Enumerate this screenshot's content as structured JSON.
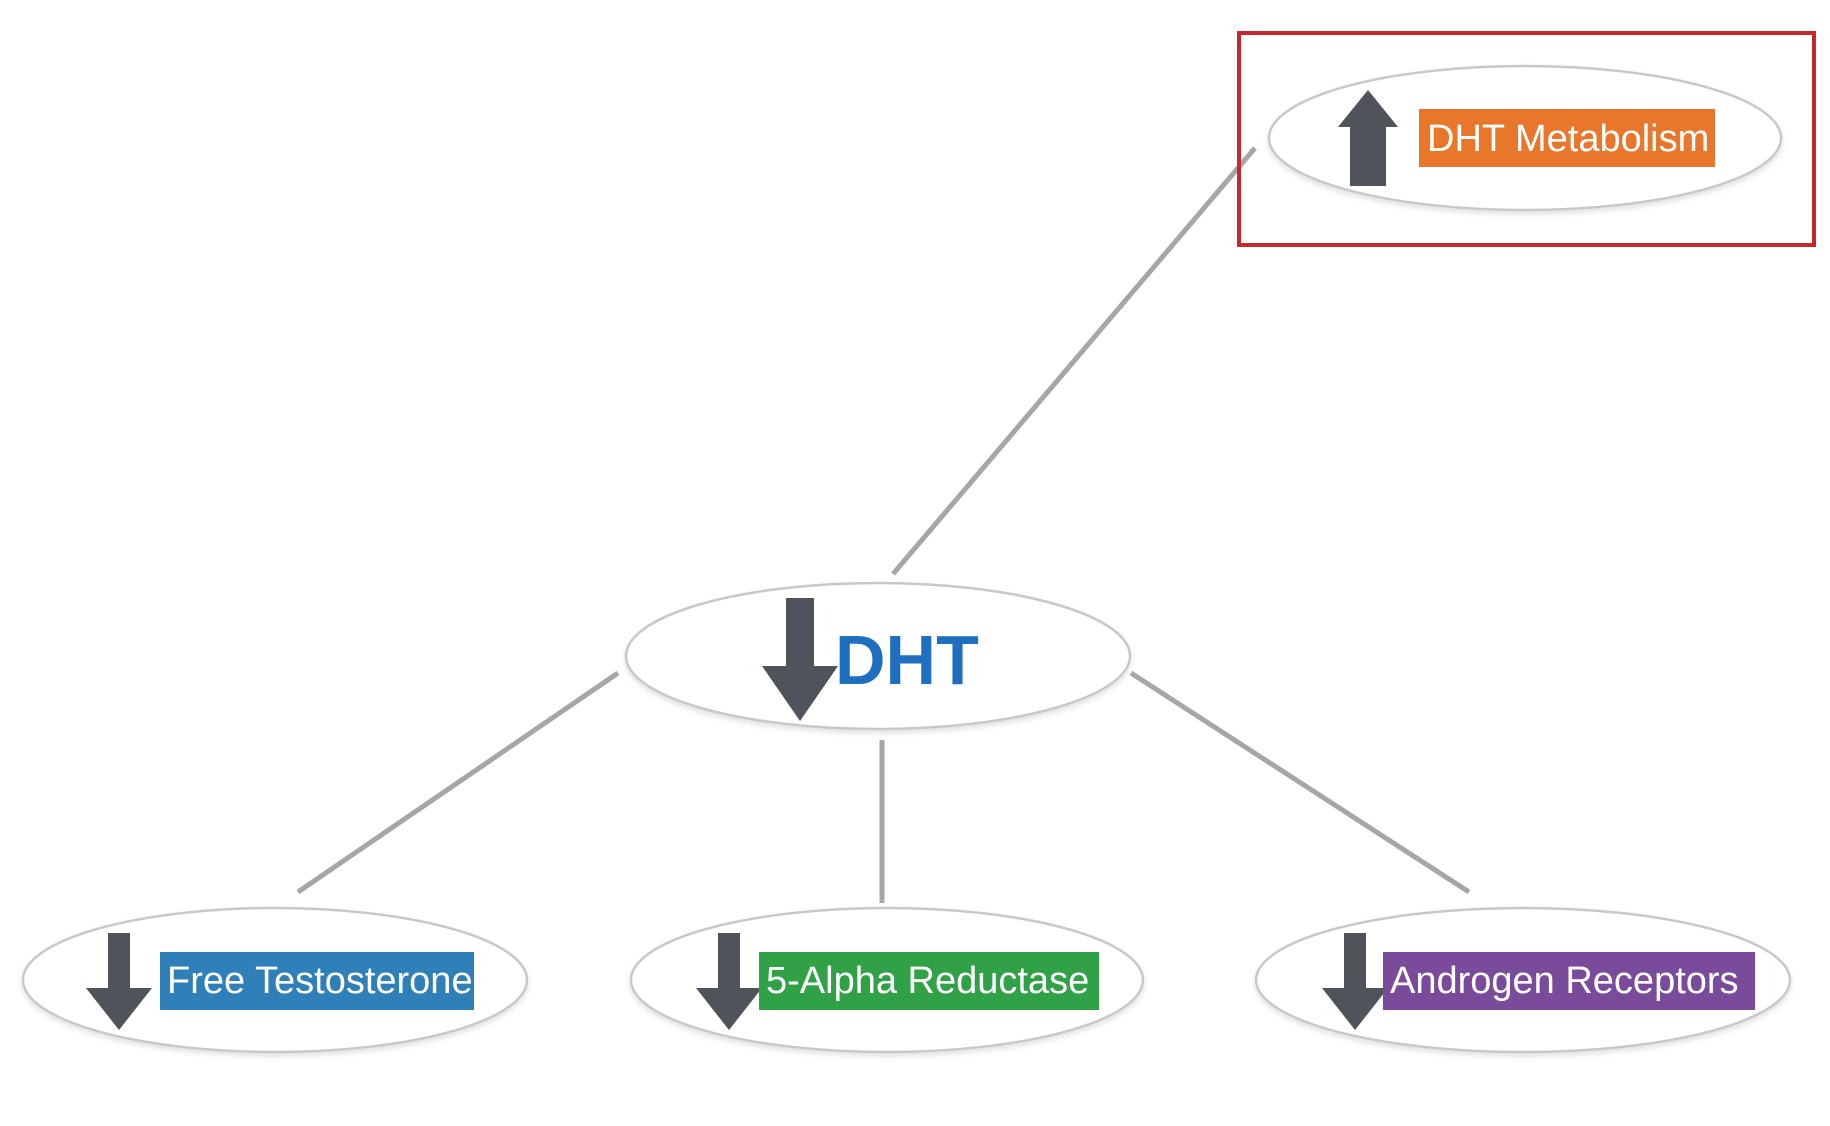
{
  "diagram": {
    "center": {
      "label": "DHT",
      "direction": "down",
      "label_color": "#1f6fc0"
    },
    "highlighted": {
      "label": "DHT Metabolism",
      "direction": "up",
      "label_color": "#e8762b",
      "highlight_color": "#c8282b"
    },
    "children": [
      {
        "label": "Free Testosterone",
        "direction": "down",
        "label_color": "#2f7fb8"
      },
      {
        "label": "5-Alpha Reductase",
        "direction": "down",
        "label_color": "#30a146"
      },
      {
        "label": "Androgen Receptors",
        "direction": "down",
        "label_color": "#7a4b9a"
      }
    ],
    "arrow_color": "#4f535a",
    "edge_color": "#a6a6a6"
  }
}
